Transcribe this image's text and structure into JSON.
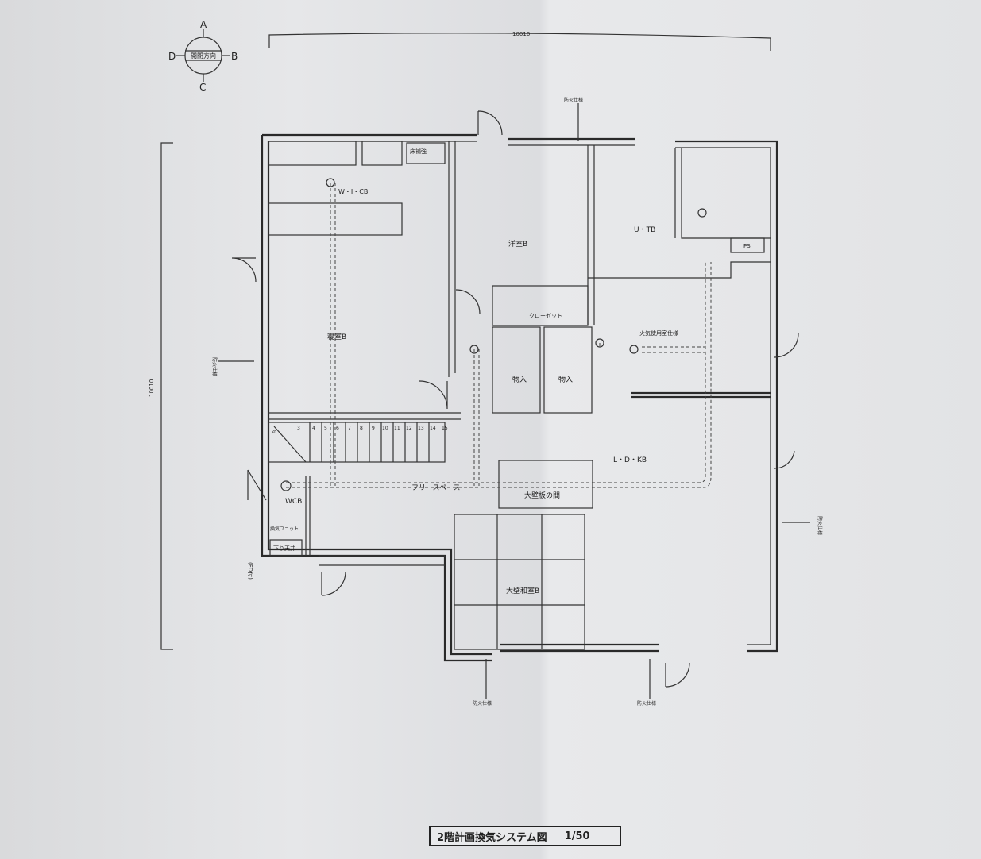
{
  "compass": {
    "north": "A",
    "east": "B",
    "south": "C",
    "west": "D",
    "label": "開閉方向"
  },
  "dimensions": {
    "width": "10010",
    "height": "10010"
  },
  "rooms": {
    "wic": "W・I・CB",
    "floor_reinforce": "床補強",
    "western_room": "洋室B",
    "bedroom": "寝室B",
    "utb": "U・TB",
    "ps": "PS",
    "closet": "クローゼット",
    "fire_room": "火気使用室仕様",
    "storage1": "物入",
    "storage2": "物入",
    "ldk": "L・D・KB",
    "free_space": "フリースペース",
    "wood_room": "大壁板の間",
    "tatami_room": "大壁和室B",
    "wc": "WCB",
    "vent_unit": "換気ユニット",
    "lowered_ceiling": "下り天井",
    "fd": "(FD付)"
  },
  "fire_notes": [
    "防火仕様",
    "防火仕様",
    "防火仕様",
    "防火仕様",
    "防火仕様"
  ],
  "stairs": {
    "up": "2F",
    "steps": [
      "3",
      "4",
      "5",
      "6",
      "7",
      "8",
      "9",
      "10",
      "11",
      "12",
      "13",
      "14",
      "15"
    ]
  },
  "title": {
    "name": "2階計画換気システム図",
    "scale": "1/50"
  }
}
